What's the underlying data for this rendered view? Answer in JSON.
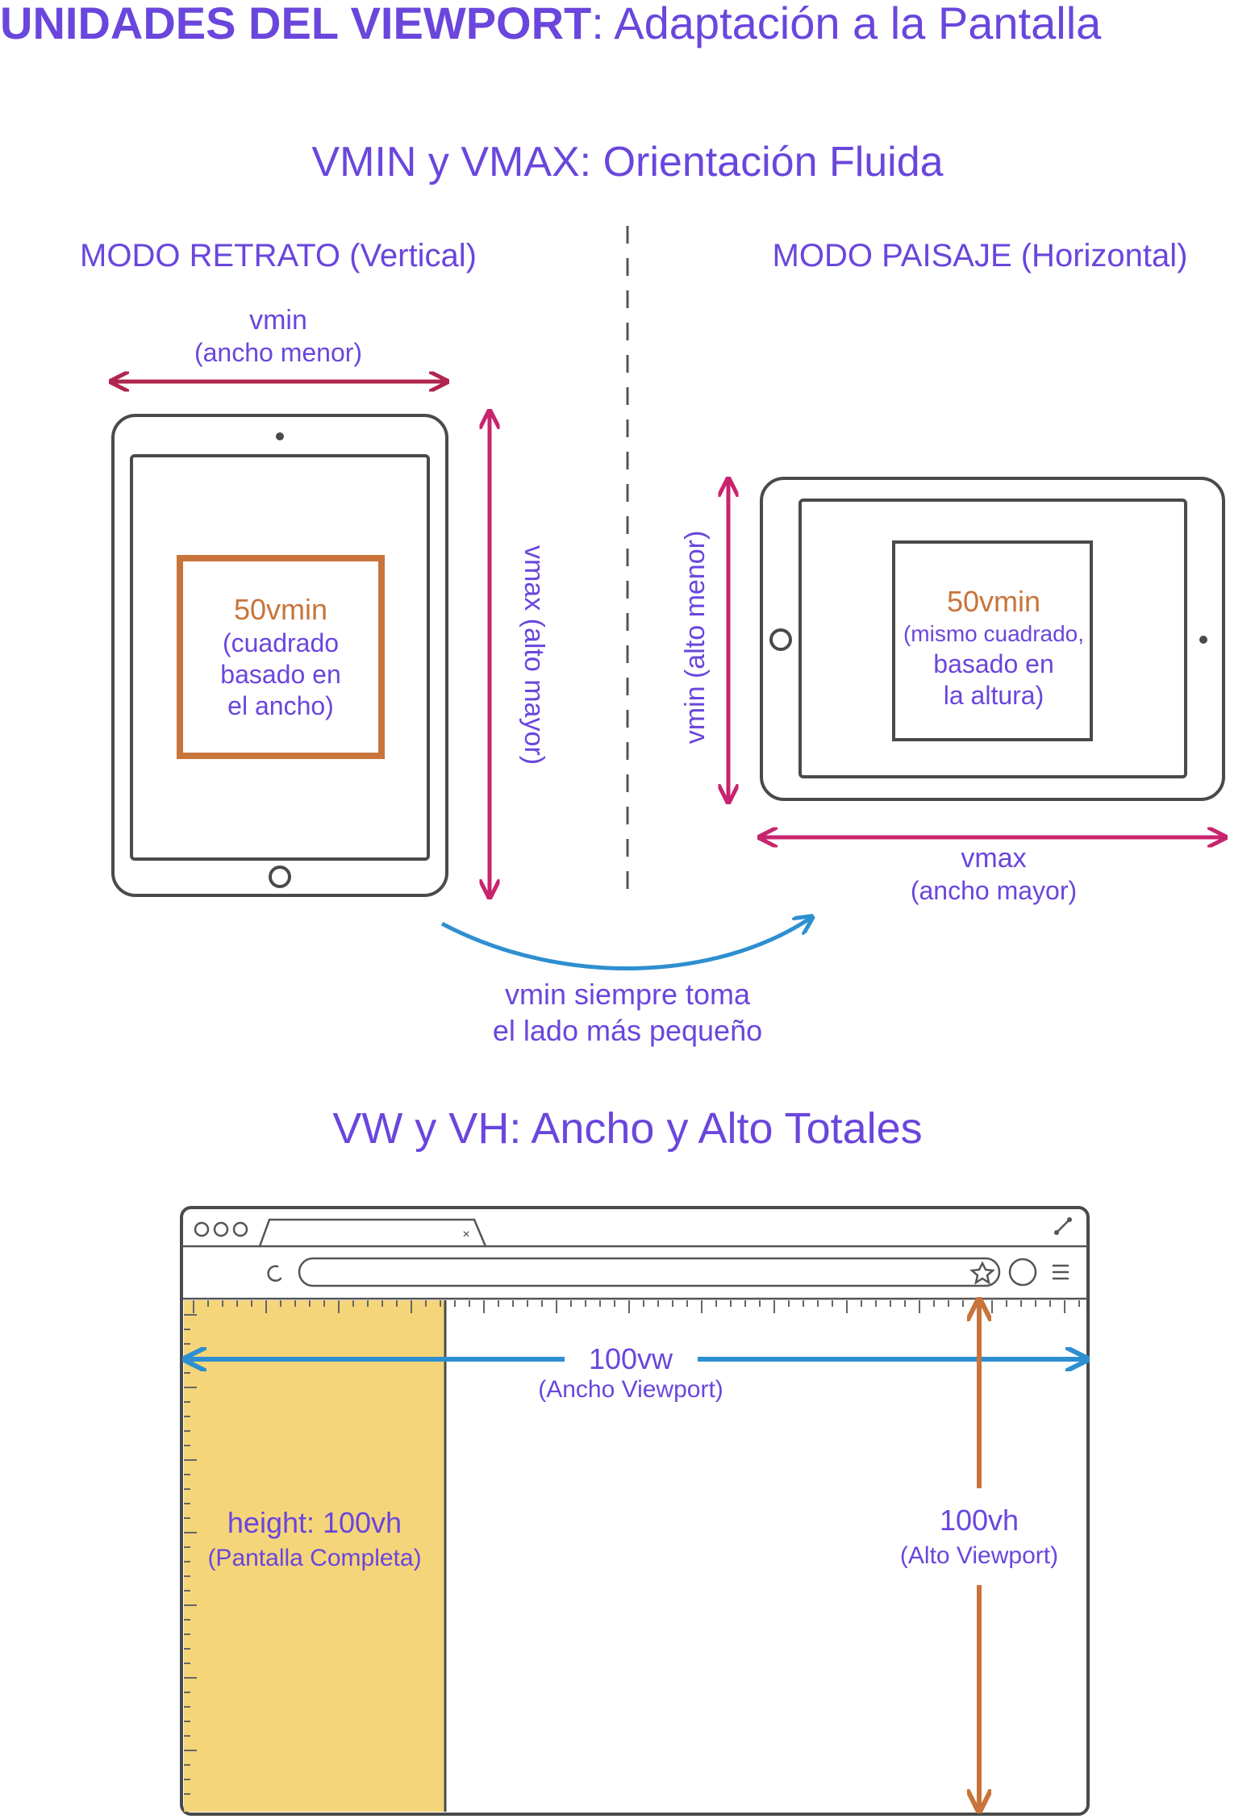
{
  "title": {
    "bold": "UNIDADES DEL VIEWPORT",
    "rest": ": Adaptación a la Pantalla"
  },
  "vmin_section": {
    "heading": "VMIN y VMAX: Orientación Fluida",
    "portrait": {
      "heading": "MODO RETRATO (Vertical)",
      "width_label": "vmin",
      "width_sub": "(ancho menor)",
      "height_label": "vmax (alto mayor)",
      "box_title": "50vmin",
      "box_lines": [
        "(cuadrado",
        "basado en",
        "el ancho)"
      ]
    },
    "landscape": {
      "heading": "MODO PAISAJE (Horizontal)",
      "height_label": "vmin (alto menor)",
      "width_label": "vmax",
      "width_sub": "(ancho mayor)",
      "box_title": "50vmin",
      "box_lines": [
        "(mismo cuadrado,",
        "basado en",
        "la altura)"
      ]
    },
    "rotation_note": [
      "vmin siempre toma",
      "el lado más pequeño"
    ]
  },
  "vw_section": {
    "heading": "VW y VH: Ancho y Alto Totales",
    "width_label": "100vw",
    "width_sub": "(Ancho Viewport)",
    "height_label": "100vh",
    "height_sub": "(Alto Viewport)",
    "column_label": "height: 100vh",
    "column_sub": "(Pantalla Completa)"
  },
  "colors": {
    "purple_text": "#6a46dc",
    "crimson_arrow": "#b0264e",
    "magenta_arrow": "#c8246e",
    "orange_box": "#c8743a",
    "blue_arrow": "#2e8fd0",
    "yellow_fill": "#f4d06a",
    "device_gray": "#4a4a4a"
  },
  "icons": [
    "reload-icon",
    "star-icon",
    "menu-icon",
    "resize-icon",
    "home-button-icon",
    "camera-icon"
  ]
}
